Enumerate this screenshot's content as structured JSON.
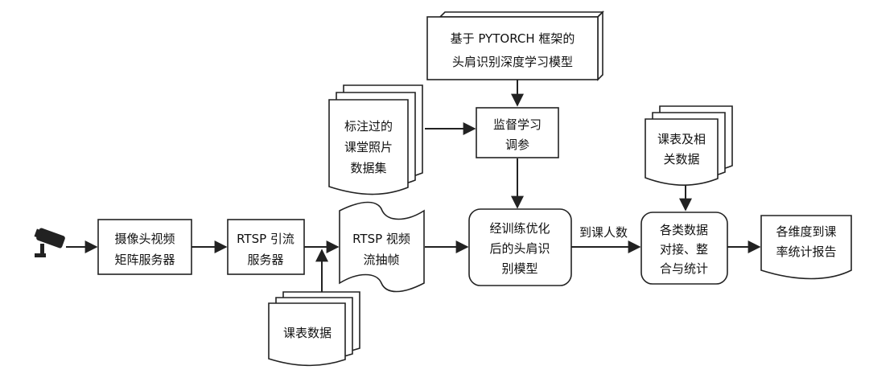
{
  "nodes": {
    "pytorch_model": [
      "基于 PYTORCH 框架的",
      "头肩识别深度学习模型"
    ],
    "labeled_photos": [
      "标注过的",
      "课堂照片",
      "数据集"
    ],
    "supervised_tuning": [
      "监督学习",
      "调参"
    ],
    "schedule_related": [
      "课表及相",
      "关数据"
    ],
    "camera_server": [
      "摄像头视频",
      "矩阵服务器"
    ],
    "rtsp_server": [
      "RTSP 引流",
      "服务器"
    ],
    "rtsp_frames": [
      "RTSP 视频",
      "流抽帧"
    ],
    "optimized_model": [
      "经训练优化",
      "后的头肩识",
      "别模型"
    ],
    "integration": [
      "各类数据",
      "对接、整",
      "合与统计"
    ],
    "report": [
      "各维度到课",
      "率统计报告"
    ],
    "schedule_data": [
      "课表数据"
    ]
  },
  "edges": {
    "attendance_count_label": "到课人数"
  },
  "icons": {
    "camera": "cctv-camera-icon"
  }
}
